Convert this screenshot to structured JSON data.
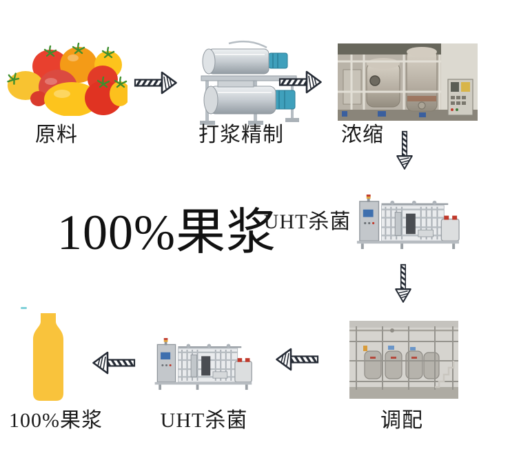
{
  "diagram": {
    "headline": "100%果浆",
    "stages": [
      {
        "key": "raw-material",
        "label": "原料",
        "image": "tomatoes-photo"
      },
      {
        "key": "pulping-refining",
        "label": "打浆精制",
        "image": "pulping-machine-photo"
      },
      {
        "key": "concentration",
        "label": "浓缩",
        "image": "concentration-equipment-photo"
      },
      {
        "key": "uht-sterilization-1",
        "label": "UHT杀菌",
        "image": "uht-sterilizer-photo"
      },
      {
        "key": "blending",
        "label": "调配",
        "image": "blending-tanks-photo"
      },
      {
        "key": "uht-sterilization-2",
        "label": "UHT杀菌",
        "image": "uht-sterilizer-photo"
      },
      {
        "key": "final-product",
        "label": "100%果浆",
        "image": "juice-bottle-icon"
      }
    ],
    "colors": {
      "background": "#ffffff",
      "text": "#1a1a1a",
      "arrow": "#252b35",
      "bottle": "#f9c33c"
    }
  }
}
